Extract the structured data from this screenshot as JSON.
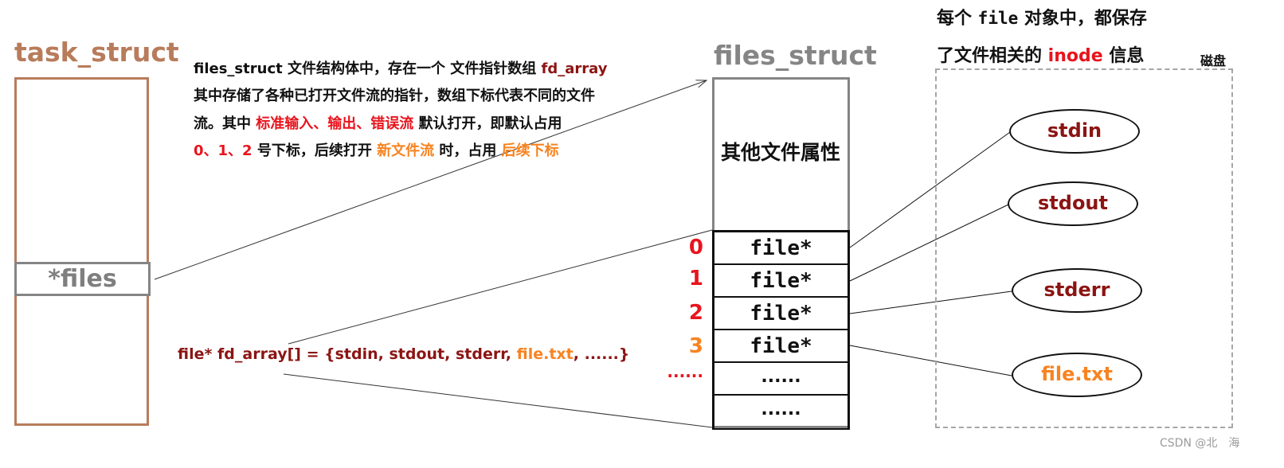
{
  "task_struct": {
    "title": "task_struct",
    "files_field": "*files"
  },
  "description": {
    "line1": [
      {
        "text": "files_struct 文件结构体中，存在一个 文件指针数组 ",
        "color": "default"
      },
      {
        "text": "fd_array",
        "color": "dark-red"
      }
    ],
    "line2": [
      {
        "text": "其中存储了各种已打开文件流的指针，数组下标代表不同的文件",
        "color": "default"
      }
    ],
    "line3": [
      {
        "text": "流。其中 ",
        "color": "default"
      },
      {
        "text": "标准输入、输出、错误流",
        "color": "red"
      },
      {
        "text": " 默认打开，即默认占用",
        "color": "default"
      }
    ],
    "line4": [
      {
        "text": "0、1、2",
        "color": "red"
      },
      {
        "text": " 号下标，后续打开 ",
        "color": "default"
      },
      {
        "text": "新文件流",
        "color": "orange"
      },
      {
        "text": " 时，占用 ",
        "color": "default"
      },
      {
        "text": "后续下标",
        "color": "orange"
      }
    ]
  },
  "array_declaration": {
    "prefix": "file* fd_array[] = {stdin, stdout, stderr, ",
    "highlight": "file.txt",
    "suffix": ", ......}"
  },
  "files_struct": {
    "title": "files_struct",
    "other_attributes": "其他文件属性",
    "cells": [
      "file*",
      "file*",
      "file*",
      "file*",
      "......",
      "......"
    ],
    "indices": [
      "0",
      "1",
      "2",
      "3",
      "......"
    ]
  },
  "disk": {
    "note_line1_prefix": "每个 ",
    "note_line1_code": "file",
    "note_line1_suffix": " 对象中，都保存",
    "note_line2_prefix": "了文件相关的 ",
    "note_line2_highlight": "inode",
    "note_line2_suffix": " 信息",
    "label": "磁盘",
    "files": [
      {
        "name": "stdin",
        "color": "#8b1513"
      },
      {
        "name": "stdout",
        "color": "#8b1513"
      },
      {
        "name": "stderr",
        "color": "#8b1513"
      },
      {
        "name": "file.txt",
        "color": "#f88320"
      }
    ]
  },
  "colors": {
    "task_struct": "#b87c5b",
    "files_struct": "#858585",
    "red": "#e8141d",
    "dark_red": "#8b1513",
    "orange": "#f88320"
  },
  "watermark": "CSDN @北　海"
}
